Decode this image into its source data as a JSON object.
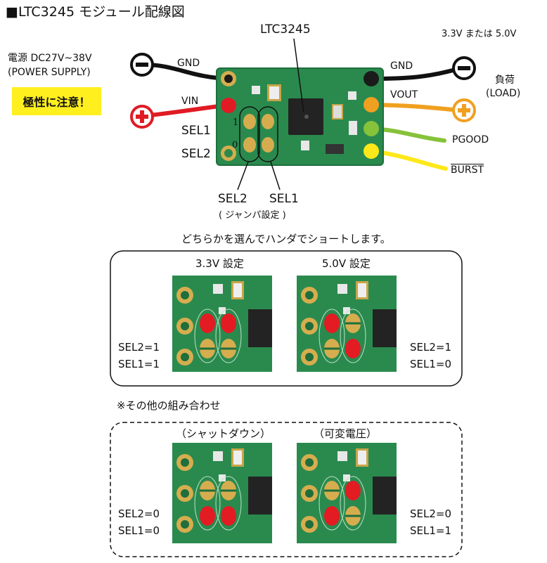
{
  "title": "■LTC3245 モジュール配線図",
  "chip_label": "LTC3245",
  "input": {
    "power_label": "電源 DC27V~38V",
    "power_label_en": "(POWER SUPPLY)",
    "warning": "極性に注意！",
    "gnd": "GND",
    "vin": "VIN"
  },
  "output": {
    "voltage_note": "3.3V または 5.0V",
    "load": "負荷",
    "load_en": "(LOAD)",
    "gnd": "GND",
    "vout": "VOUT",
    "pgood": "PGOOD",
    "burst": "BURST"
  },
  "sel_pins": {
    "sel1": "SEL1",
    "sel2": "SEL2",
    "mark_1": "1",
    "mark_0": "0",
    "bottom_sel2": "SEL2",
    "bottom_sel1": "SEL1",
    "jumper_note": "( ジャンパ設定 )"
  },
  "instruction": "どちらかを選んでハンダでショートします。",
  "settings": [
    {
      "title": "3.3V 設定",
      "sel2": "SEL2=1",
      "sel1": "SEL1=1",
      "pads": {
        "sel2": 1,
        "sel1": 1
      }
    },
    {
      "title": "5.0V 設定",
      "sel2": "SEL2=1",
      "sel1": "SEL1=0",
      "pads": {
        "sel2": 1,
        "sel1": 0
      }
    }
  ],
  "other_title": "※その他の組み合わせ",
  "others": [
    {
      "title": "（シャットダウン）",
      "sel2": "SEL2=0",
      "sel1": "SEL1=0",
      "pads": {
        "sel2": 0,
        "sel1": 0
      }
    },
    {
      "title": "（可変電圧）",
      "sel2": "SEL2=0",
      "sel1": "SEL1=1",
      "pads": {
        "sel2": 0,
        "sel1": 1
      }
    }
  ],
  "colors": {
    "pcb": "#2a8a4e",
    "pcb_dark": "#1f6e3c",
    "gold": "#d6ad4e",
    "wire_red": "#e01b24",
    "wire_orange": "#f0a020",
    "wire_green": "#86c23a",
    "wire_yellow": "#ffe81a",
    "solder": "#e31b23"
  }
}
